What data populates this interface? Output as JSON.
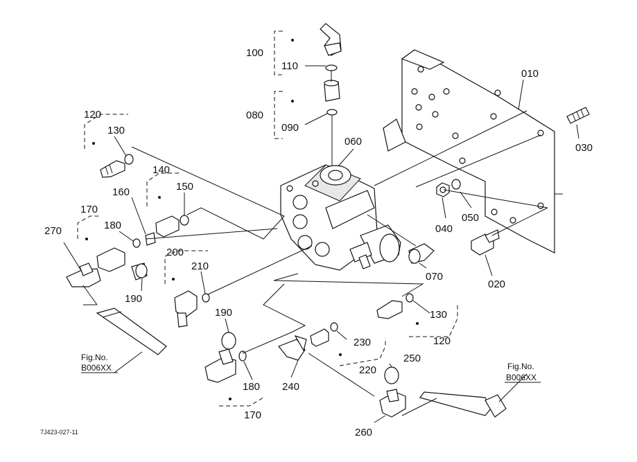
{
  "diagram": {
    "part_numbers": {
      "p010": "010",
      "p020": "020",
      "p030": "030",
      "p040": "040",
      "p050": "050",
      "p060": "060",
      "p070": "070",
      "p080": "080",
      "p090": "090",
      "p100": "100",
      "p110": "110",
      "p120a": "120",
      "p120b": "120",
      "p130a": "130",
      "p130b": "130",
      "p140": "140",
      "p150": "150",
      "p160": "160",
      "p170a": "170",
      "p170b": "170",
      "p180a": "180",
      "p180b": "180",
      "p190a": "190",
      "p190b": "190",
      "p200": "200",
      "p210": "210",
      "p220": "220",
      "p230": "230",
      "p240": "240",
      "p250": "250",
      "p260": "260",
      "p270": "270"
    },
    "fig_refs": {
      "left_label": "Fig.No.",
      "left_code": "B006XX",
      "right_label": "Fig.No.",
      "right_code": "B006XX"
    },
    "drawing_code": "7J423-027-11"
  }
}
